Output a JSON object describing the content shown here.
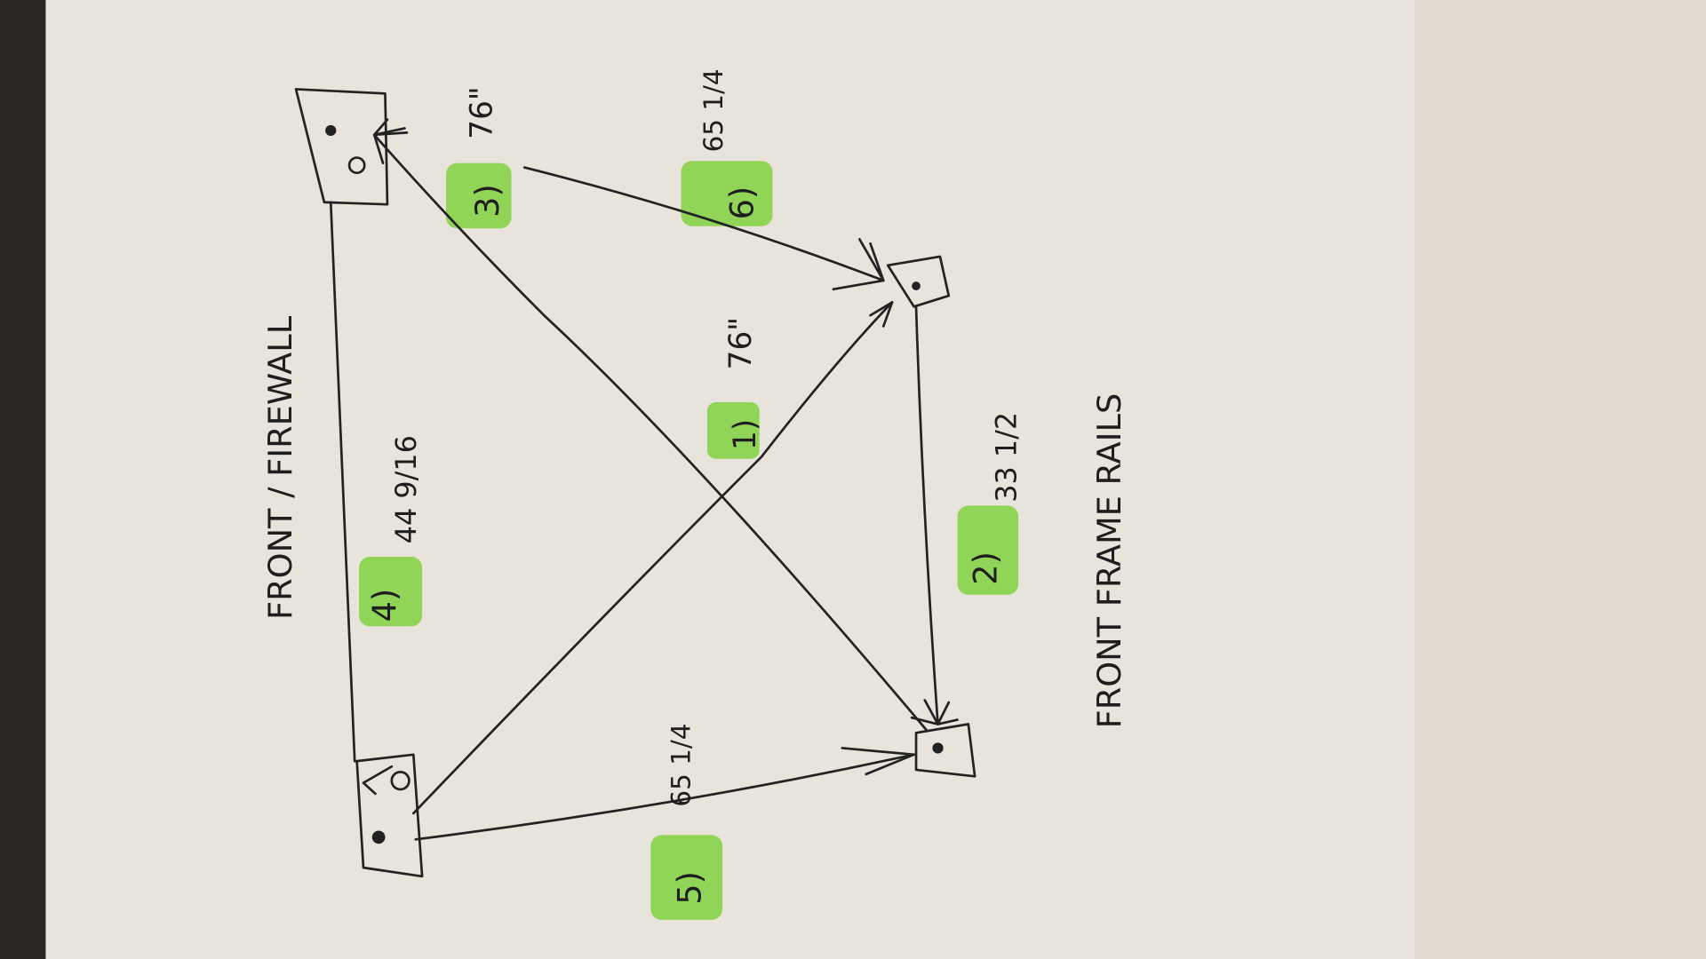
{
  "title": "FRONT / FIREWALL",
  "bottom_label": "FRONT FRAME RAILS",
  "measurements": [
    {
      "id": "1",
      "tag": "1)",
      "value": "76\""
    },
    {
      "id": "2",
      "tag": "2)",
      "value": "33 1/2"
    },
    {
      "id": "3",
      "tag": "3)",
      "value": "76\""
    },
    {
      "id": "4",
      "tag": "4)",
      "value": "44 9/16"
    },
    {
      "id": "5",
      "tag": "5)",
      "value": "65 1/4"
    },
    {
      "id": "6",
      "tag": "6)",
      "value": "65 1/4"
    }
  ],
  "colors": {
    "paper": "#e9e4db",
    "ink": "#222222",
    "highlighter": "#7ed23a",
    "background": "#2a2622"
  }
}
